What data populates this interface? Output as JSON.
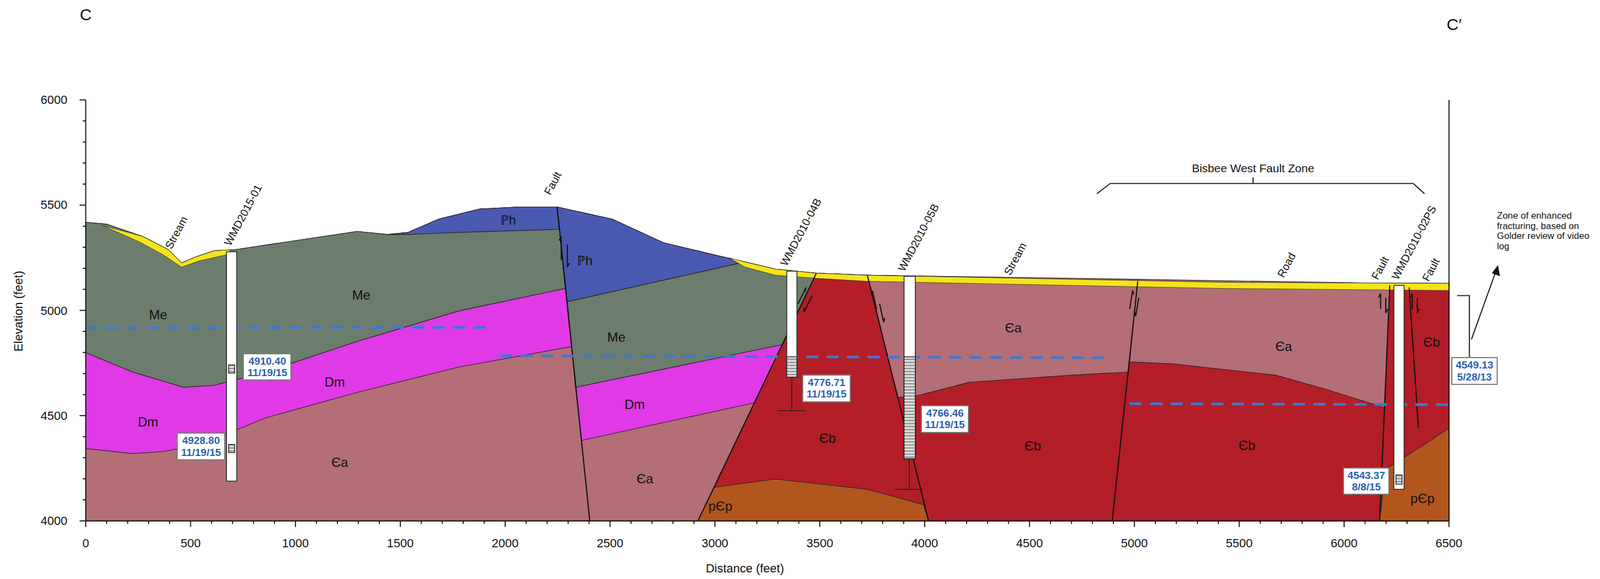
{
  "diagram": {
    "title": "C",
    "nodes": [
      {
        "text": [
          "4910.40 11/19/15"
        ]
      },
      {
        "text": [
          "4928.80 11/19/15"
        ]
      },
      {
        "text": [
          "4776.71 11/19/15"
        ]
      },
      {
        "text": [
          "4766.46 11/19/15"
        ]
      },
      {
        "text": [
          "4549.13 5/28/13"
        ]
      },
      {
        "text": [
          "4543.37 8/8/15"
        ]
      }
    ],
    "labels": [
      "C′",
      "6000",
      "5500",
      "5000",
      "4500",
      "4000",
      "Elevation (feet)",
      "0",
      "500",
      "1000",
      "1500",
      "2000",
      "2500",
      "3000",
      "3500",
      "4000",
      "4500",
      "5000",
      "5500",
      "6000",
      "6500",
      "Distance (feet)",
      "Stream",
      "WMD2015-01",
      "Fault",
      "WMD2010-04B",
      "WMD2010-05B",
      "Stream",
      "Road",
      "Fault",
      "WMD2010-02PS",
      "Fault",
      "Bisbee West Fault Zone",
      "Zone of enhanced fracturing, based on Golder review of video log",
      "ℙh",
      "ℙh",
      "Me",
      "Me",
      "Me",
      "Dm",
      "Dm",
      "Dm",
      "Єa",
      "Єa",
      "Єa",
      "Єa",
      "Єb",
      "Єb",
      "Єb",
      "Єb",
      "pЄp",
      "pЄp"
    ]
  }
}
